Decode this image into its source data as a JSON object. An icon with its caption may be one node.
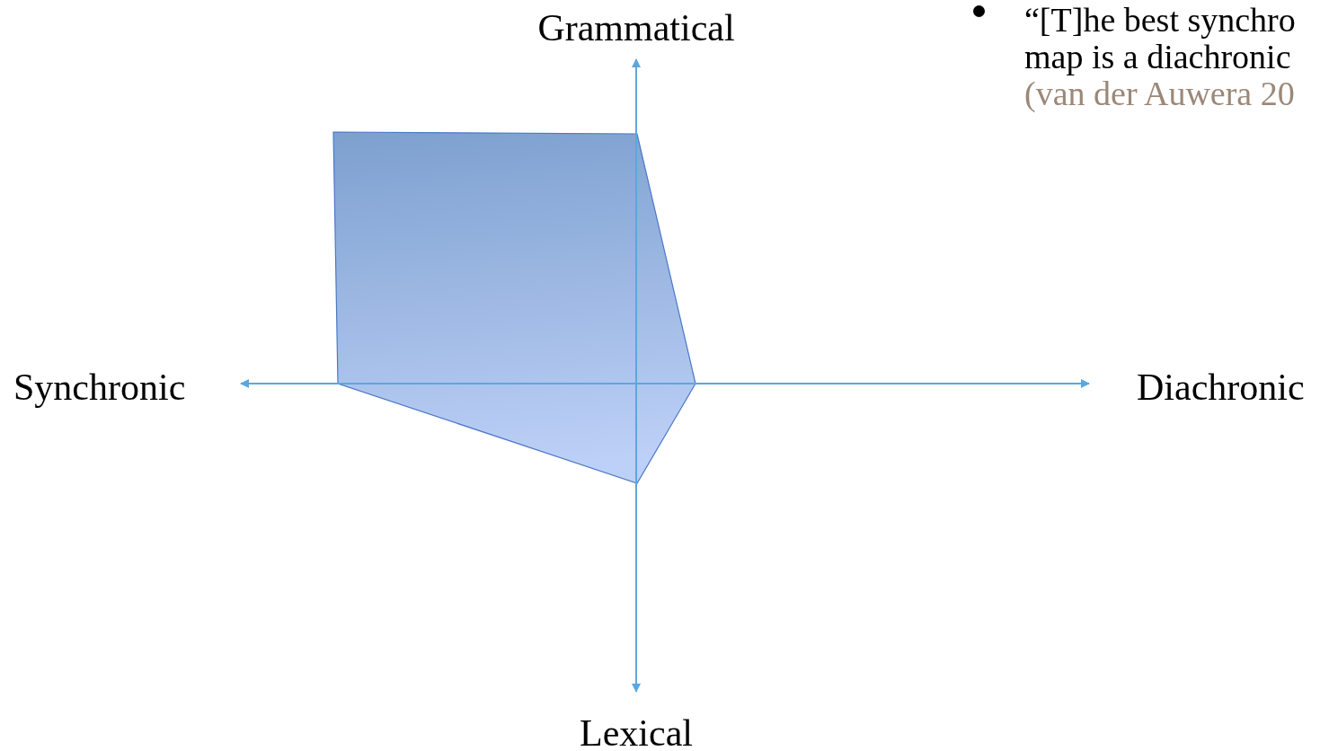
{
  "diagram": {
    "nodes": [
      {
        "text": [],
        "shape": "polygon"
      }
    ],
    "labels": [
      "Grammatical",
      "“[T]he best synchro map is a diachronic",
      "(van der Auwera 20",
      "Synchronic",
      "Diachronic",
      "Lexical"
    ]
  }
}
